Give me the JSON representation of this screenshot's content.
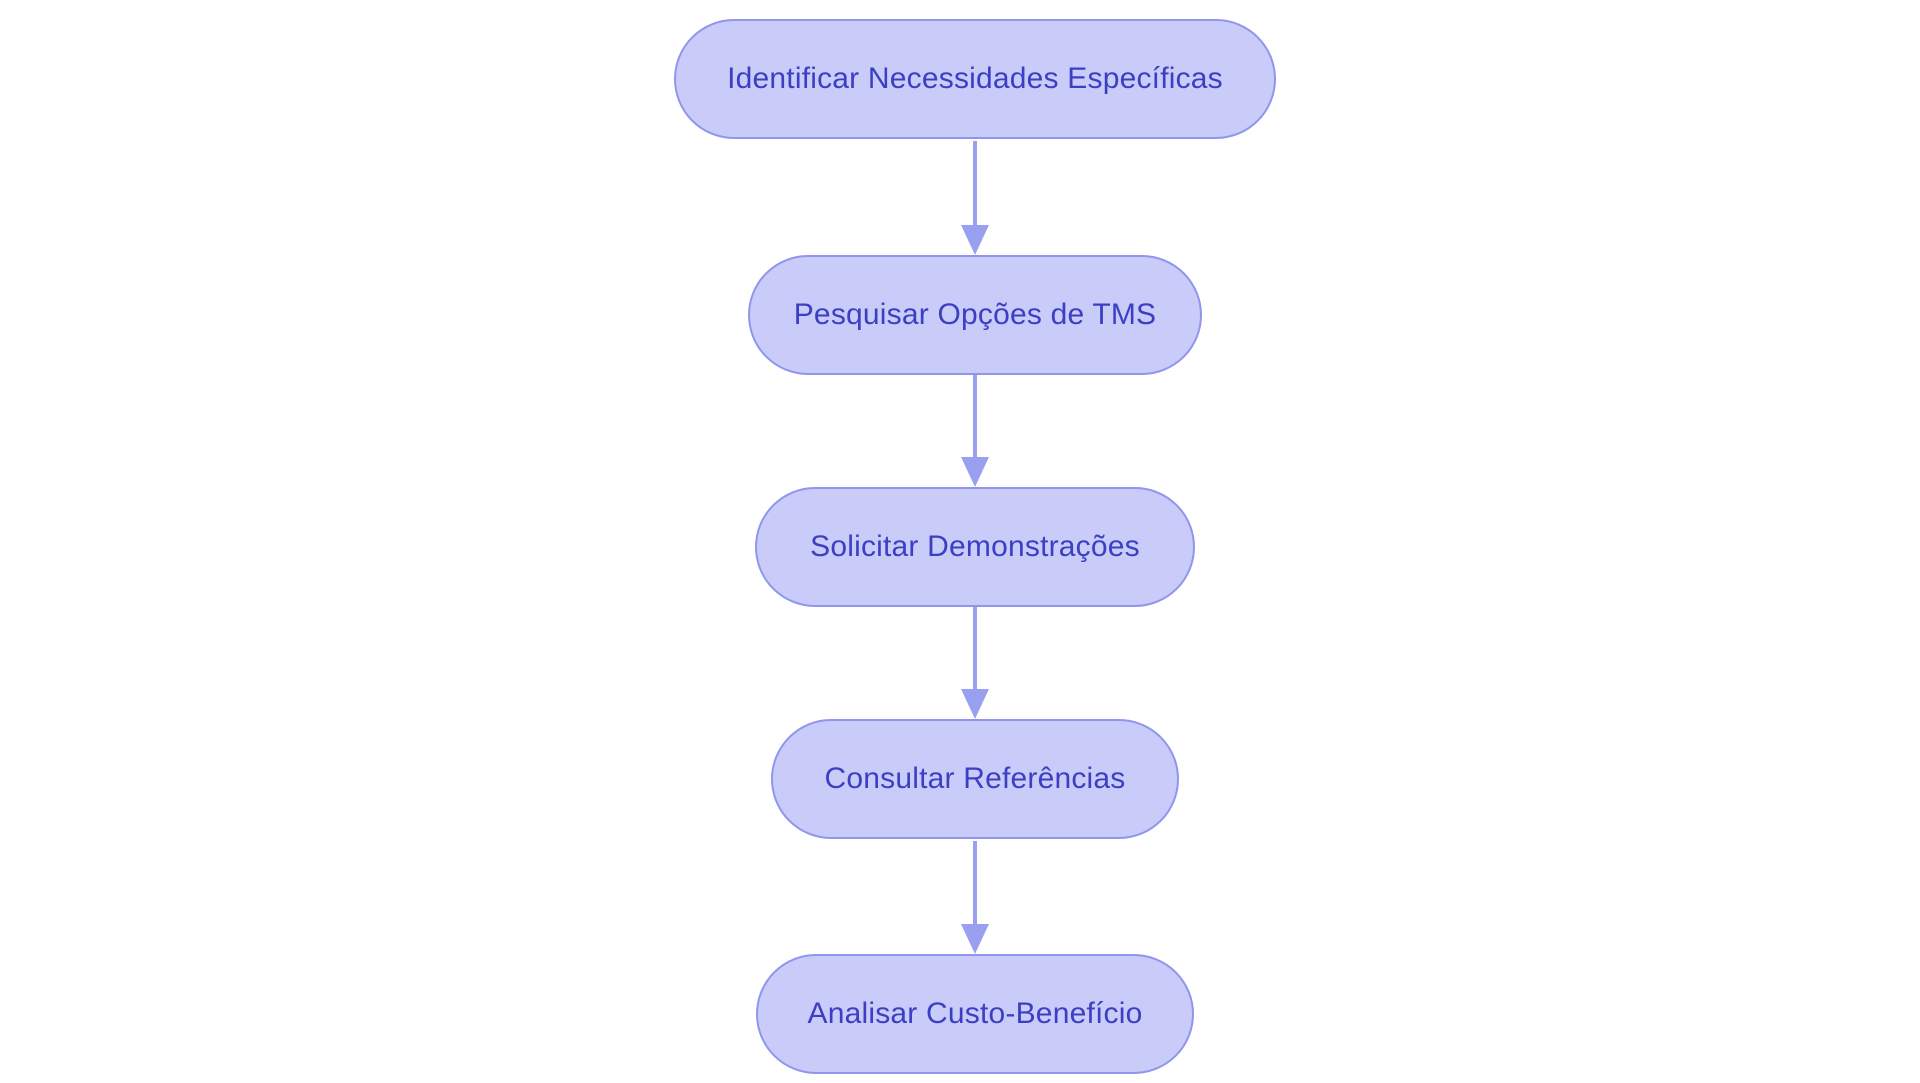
{
  "flowchart": {
    "type": "flowchart",
    "direction": "top-to-bottom",
    "nodes": [
      {
        "id": "n1",
        "label": "Identificar Necessidades Específicas"
      },
      {
        "id": "n2",
        "label": "Pesquisar Opções de TMS"
      },
      {
        "id": "n3",
        "label": "Solicitar Demonstrações"
      },
      {
        "id": "n4",
        "label": "Consultar Referências"
      },
      {
        "id": "n5",
        "label": "Analisar Custo-Benefício"
      }
    ],
    "edges": [
      {
        "from": "n1",
        "to": "n2"
      },
      {
        "from": "n2",
        "to": "n3"
      },
      {
        "from": "n3",
        "to": "n4"
      },
      {
        "from": "n4",
        "to": "n5"
      }
    ],
    "theme": {
      "background": "#ffffff",
      "node_fill": "#c9cbf8",
      "node_border": "#8f96ec",
      "node_text": "#3b3fc4",
      "arrow": "#9aa0f0"
    }
  }
}
